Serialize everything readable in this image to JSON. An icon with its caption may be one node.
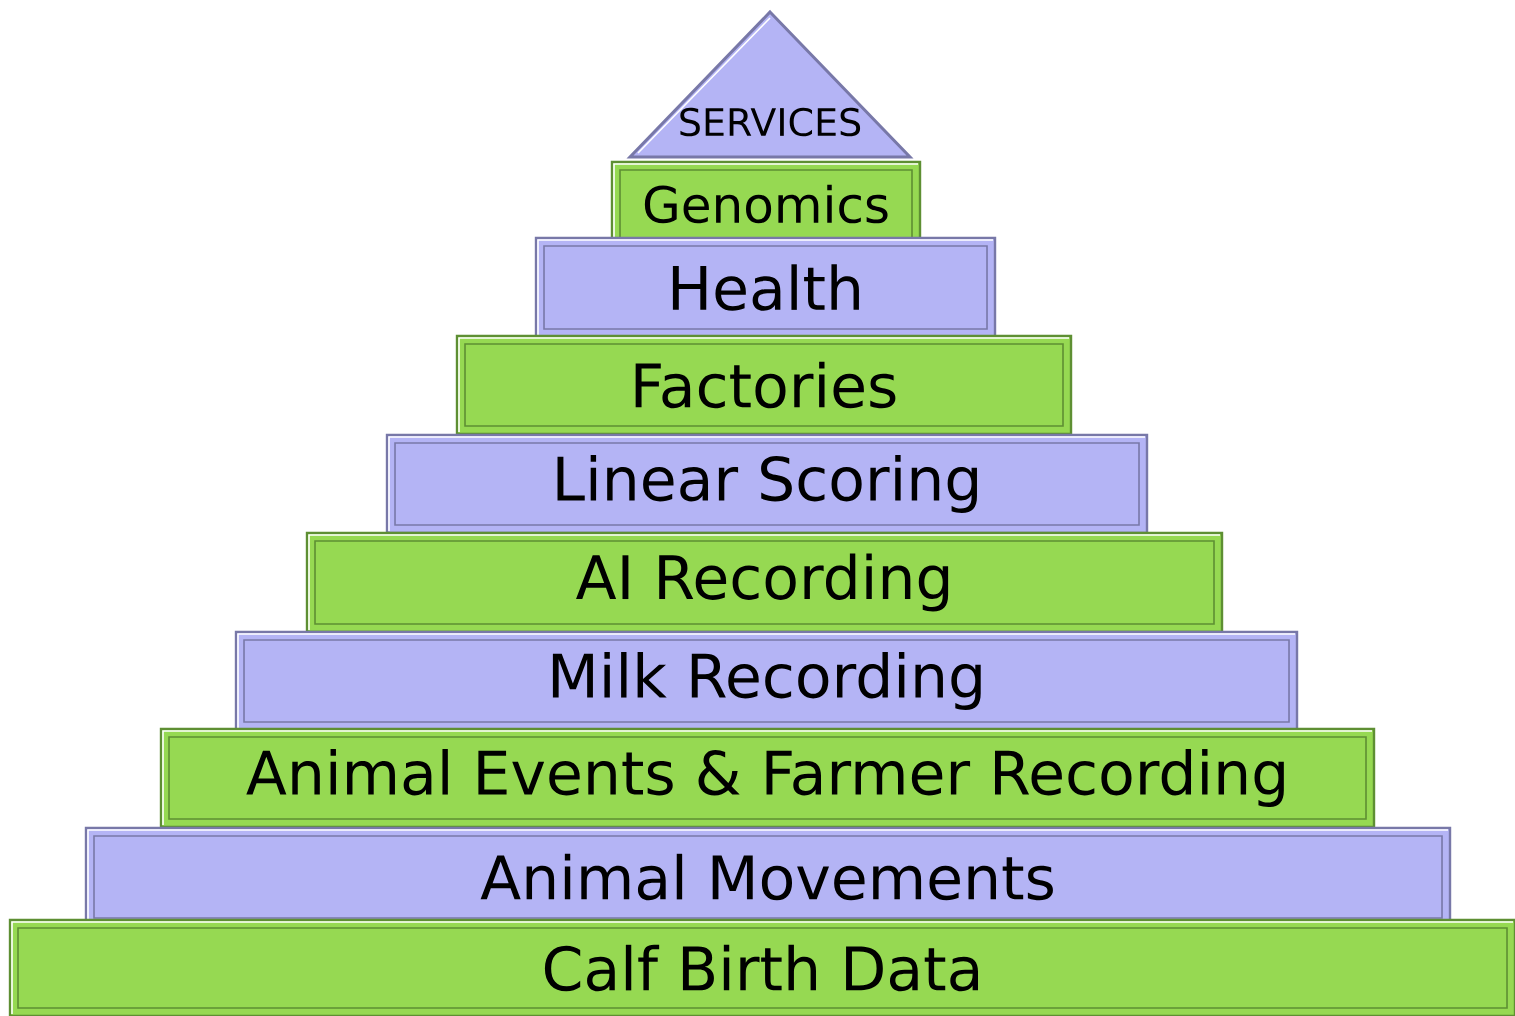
{
  "diagram": {
    "nodes": [
      {
        "text": [
          "SERVICES"
        ]
      },
      {
        "text": [
          "Genomics"
        ]
      },
      {
        "text": [
          "Health"
        ]
      },
      {
        "text": [
          "Factories"
        ]
      },
      {
        "text": [
          "Linear Scoring"
        ]
      },
      {
        "text": [
          "AI Recording"
        ]
      },
      {
        "text": [
          "Milk Recording"
        ]
      },
      {
        "text": [
          "Animal Events & Farmer Recording"
        ]
      },
      {
        "text": [
          "Animal Movements"
        ]
      },
      {
        "text": [
          "Calf Birth Data"
        ]
      }
    ]
  }
}
